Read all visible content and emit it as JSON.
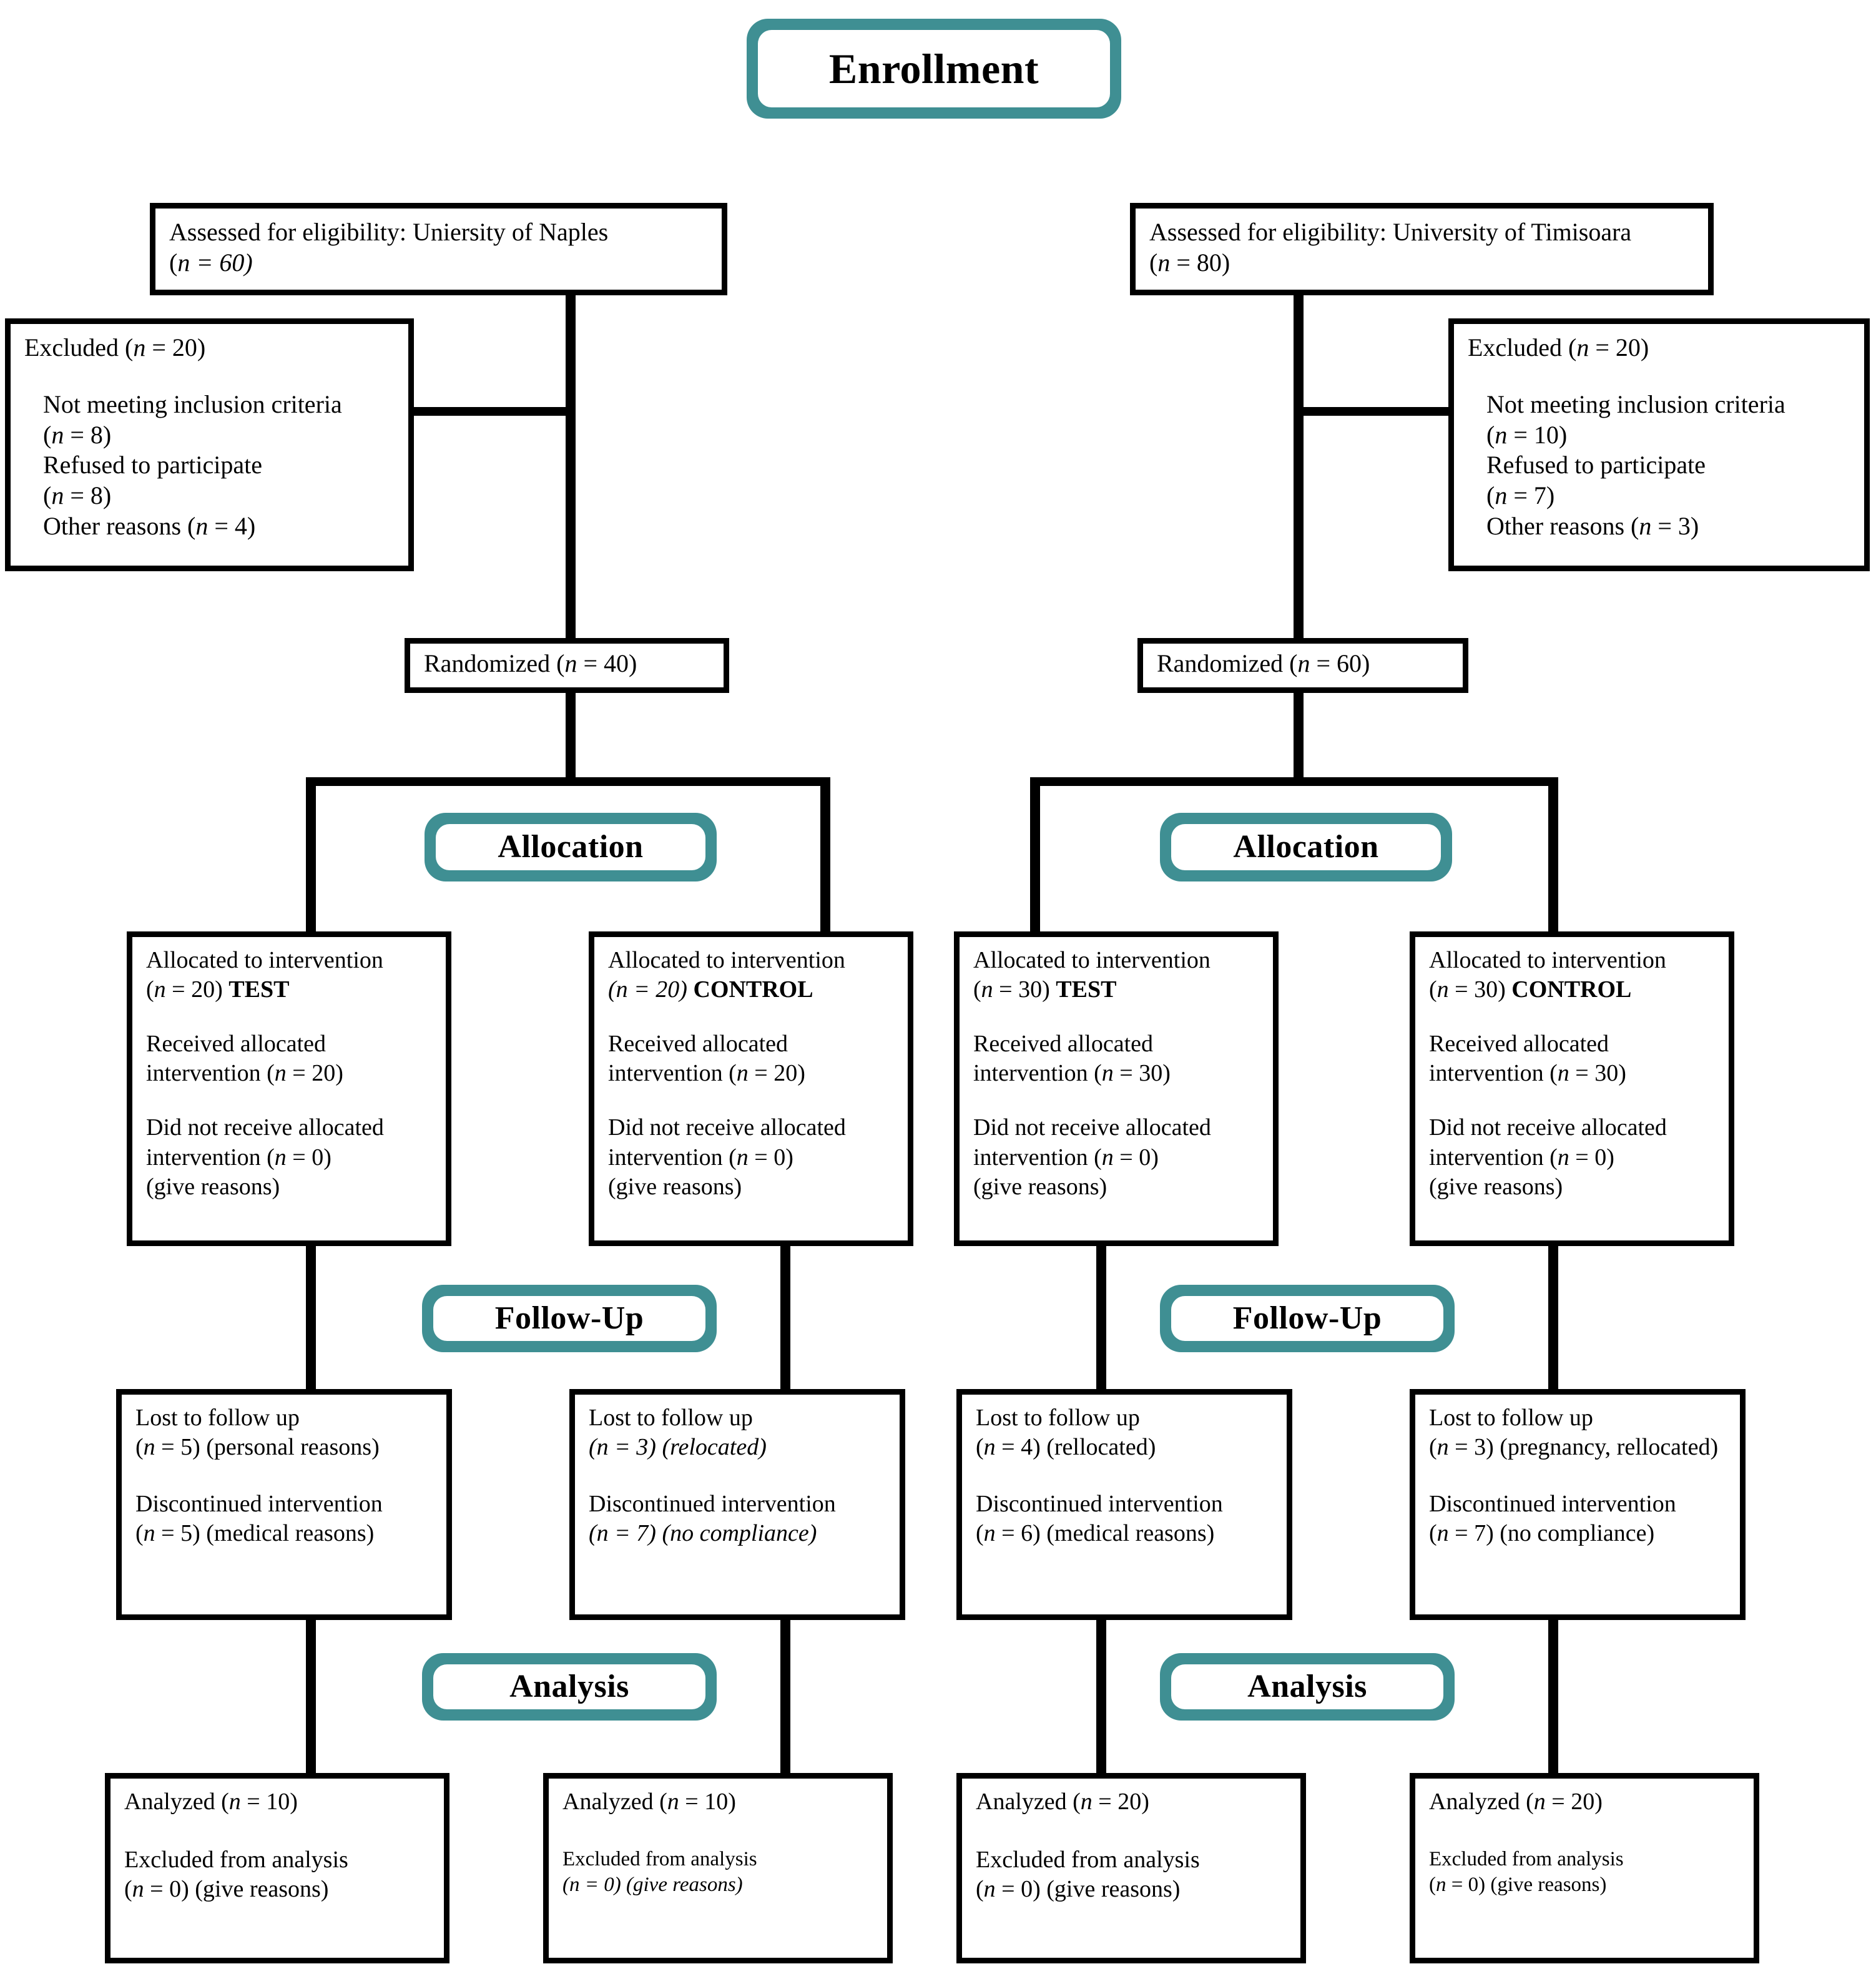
{
  "diagram": {
    "title": "CONSORT participant flow diagram",
    "accent_color": "#3f8f93",
    "line_color": "#000000",
    "background": "#ffffff"
  },
  "banners": {
    "enrollment": "Enrollment",
    "allocation_left": "Allocation",
    "allocation_right": "Allocation",
    "followup_left": "Follow-Up",
    "followup_right": "Follow-Up",
    "analysis_left": "Analysis",
    "analysis_right": "Analysis"
  },
  "left_arm": {
    "assessed": {
      "line1": "Assessed for eligibility: Uniersity of Naples",
      "line2_pre": "(",
      "line2_n": "n",
      "line2_post": " = 60)"
    },
    "excluded": {
      "heading_pre": "Excluded (",
      "heading_n": "n",
      "heading_post": " = 20)",
      "reasons": [
        {
          "label": "Not meeting inclusion criteria",
          "count_pre": "(",
          "count_n": "n",
          "count_post": " = 8)"
        },
        {
          "label": "Refused to participate",
          "count_pre": "(",
          "count_n": "n",
          "count_post": " = 8)"
        },
        {
          "label": "Other reasons (",
          "count_n": "n",
          "count_post": " = 4)"
        }
      ]
    },
    "randomized": {
      "pre": "Randomized (",
      "n": "n",
      "post": " = 40)"
    },
    "allocation": [
      {
        "title": "Allocated to intervention",
        "alloc_pre": "(",
        "alloc_n": "n",
        "alloc_post": " = 20) ",
        "group": "TEST",
        "received_label": "Received allocated",
        "received_line2_pre": "intervention (",
        "received_n": "n",
        "received_post": " = 20)",
        "notreceived_label": "Did not receive allocated",
        "notreceived_line2_pre": "intervention (",
        "notreceived_n": "n",
        "notreceived_post": " = 0)",
        "reasons_note": "(give reasons)"
      },
      {
        "title": "Allocated to intervention",
        "alloc_pre": "(",
        "alloc_n": "n",
        "alloc_post": " = 20)",
        "alloc_italic_all": true,
        "group": "CONTROL",
        "received_label": "Received allocated",
        "received_line2_pre": "intervention (",
        "received_n": "n",
        "received_post": " = 20)",
        "notreceived_label": "Did not receive allocated",
        "notreceived_line2_pre": "intervention (",
        "notreceived_n": "n",
        "notreceived_post": " = 0)",
        "reasons_note": "(give reasons)"
      }
    ],
    "followup": [
      {
        "lost_label": "Lost to follow up",
        "lost_pre": "(",
        "lost_n": "n",
        "lost_post": " = 5) (personal reasons)",
        "disc_label": "Discontinued intervention",
        "disc_pre": "(",
        "disc_n": "n",
        "disc_post": " = 5) (medical reasons)"
      },
      {
        "lost_label": "Lost to follow up",
        "lost_pre": "(",
        "lost_n": "n",
        "lost_post": " = 3) (relocated)",
        "disc_label": "Discontinued intervention",
        "disc_pre": "(",
        "disc_n": "n",
        "disc_post": " = 7) (no compliance)"
      }
    ],
    "analysis": [
      {
        "analyzed_pre": "Analyzed (",
        "analyzed_n": "n",
        "analyzed_post": " = 10)",
        "excluded_label": "Excluded from analysis",
        "excluded_pre": " (",
        "excluded_n": "n",
        "excluded_post": " = 0) (give reasons)"
      },
      {
        "analyzed_pre": "Analyzed (",
        "analyzed_n": "n",
        "analyzed_post": " = 10)",
        "excluded_label": "Excluded from analysis",
        "excluded_pre": "(",
        "excluded_n": "n",
        "excluded_post": " = 0) (give reasons)"
      }
    ]
  },
  "right_arm": {
    "assessed": {
      "line1": "Assessed for eligibility: University of Timisoara",
      "line2_pre": "(",
      "line2_n": "n",
      "line2_post": " = 80)"
    },
    "excluded": {
      "heading_pre": "Excluded (",
      "heading_n": "n",
      "heading_post": " = 20)",
      "reasons": [
        {
          "label": "Not meeting inclusion criteria",
          "count_pre": "(",
          "count_n": "n",
          "count_post": " = 10)"
        },
        {
          "label": "Refused to participate",
          "count_pre": "(",
          "count_n": "n",
          "count_post": " = 7)"
        },
        {
          "label": "Other reasons (",
          "count_n": "n",
          "count_post": " = 3)"
        }
      ]
    },
    "randomized": {
      "pre": "Randomized (",
      "n": "n",
      "post": " = 60)"
    },
    "allocation": [
      {
        "title": "Allocated to intervention",
        "alloc_pre": "(",
        "alloc_n": "n",
        "alloc_post": " = 30) ",
        "group": "TEST",
        "received_label": "Received allocated",
        "received_line2_pre": "intervention (",
        "received_n": "n",
        "received_post": " = 30)",
        "notreceived_label": "Did not receive allocated",
        "notreceived_line2_pre": "intervention (",
        "notreceived_n": "n",
        "notreceived_post": " = 0)",
        "reasons_note": "(give reasons)"
      },
      {
        "title": "Allocated to intervention",
        "alloc_pre": "(",
        "alloc_n": "n",
        "alloc_post": " = 30) ",
        "group": "CONTROL",
        "received_label": "Received allocated",
        "received_line2_pre": "intervention (",
        "received_n": "n",
        "received_post": " = 30)",
        "notreceived_label": "Did not receive allocated",
        "notreceived_line2_pre": "intervention (",
        "notreceived_n": "n",
        "notreceived_post": " = 0)",
        "reasons_note": "(give reasons)"
      }
    ],
    "followup": [
      {
        "lost_label": "Lost to follow up",
        "lost_pre": "(",
        "lost_n": "n",
        "lost_post": " = 4) (rellocated)",
        "disc_label": "Discontinued intervention",
        "disc_pre": "(",
        "disc_n": "n",
        "disc_post": " = 6) (medical reasons)"
      },
      {
        "lost_label": "Lost to follow up",
        "lost_pre": "(",
        "lost_n": "n",
        "lost_post": " = 3) (pregnancy, rellocated)",
        "disc_label": "Discontinued intervention",
        "disc_pre": "(",
        "disc_n": "n",
        "disc_post": " = 7) (no compliance)"
      }
    ],
    "analysis": [
      {
        "analyzed_pre": "Analyzed (",
        "analyzed_n": "n",
        "analyzed_post": " = 20)",
        "excluded_label": "Excluded from analysis",
        "excluded_pre": " (",
        "excluded_n": "n",
        "excluded_post": " = 0) (give reasons)"
      },
      {
        "analyzed_pre": "Analyzed (",
        "analyzed_n": "n",
        "analyzed_post": " = 20)",
        "excluded_label": "Excluded from analysis",
        "excluded_pre": "(",
        "excluded_n": "n",
        "excluded_post": " = 0) (give reasons)"
      }
    ]
  }
}
